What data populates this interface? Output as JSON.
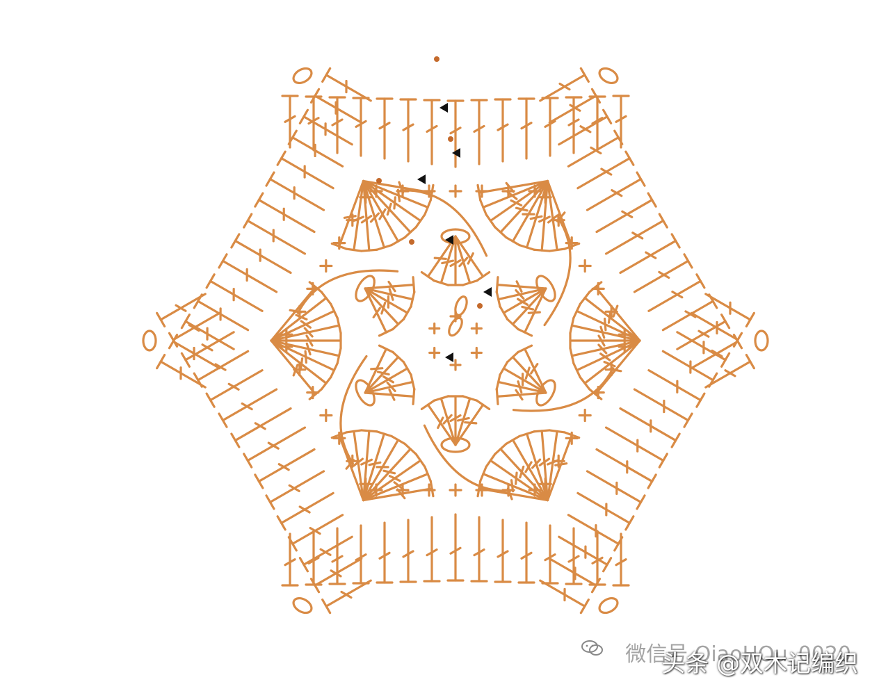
{
  "diagram": {
    "type": "crochet-chart",
    "shape": "hexagon",
    "stitch_color": "#d98b45",
    "marker_color": "#111111",
    "dot_color": "#c46a2c"
  },
  "watermark": {
    "wechat_text": "微信号 QiaoHOu_0020",
    "toutiao_text": "头条 @双木记编织"
  }
}
